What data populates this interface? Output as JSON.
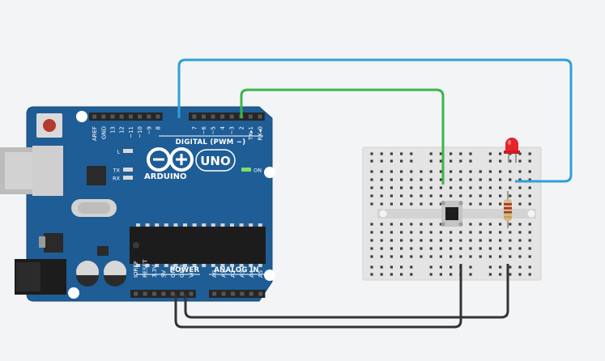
{
  "board": {
    "brand": "ARDUINO",
    "model": "UNO",
    "digital_header": "DIGITAL (PWM ~)",
    "power_header": "POWER",
    "analog_header": "ANALOG IN",
    "on_label": "ON",
    "l_label": "L",
    "tx_label": "TX",
    "rx_label": "RX",
    "digital_pins": [
      "AREF",
      "GND",
      "13",
      "12",
      "~11",
      "~10",
      "~9",
      "8",
      "7",
      "~6",
      "~5",
      "4",
      "~3",
      "2",
      "TX▸1",
      "RX◂0"
    ],
    "power_pins": [
      "IOREF",
      "RESET",
      "3.3V",
      "5V",
      "GND",
      "GND",
      "Vin"
    ],
    "analog_pins": [
      "A0",
      "A1",
      "A2",
      "A3",
      "A4",
      "A5"
    ]
  },
  "colors": {
    "board": "#1f5d96",
    "wire_blue": "#2ea0d6",
    "wire_green": "#3bb54a",
    "wire_black": "#333333",
    "led": "#e8232b",
    "breadboard": "#e4e4e4"
  },
  "components": {
    "led_icon": "led-red",
    "resistor_icon": "resistor",
    "button_icon": "pushbutton"
  }
}
